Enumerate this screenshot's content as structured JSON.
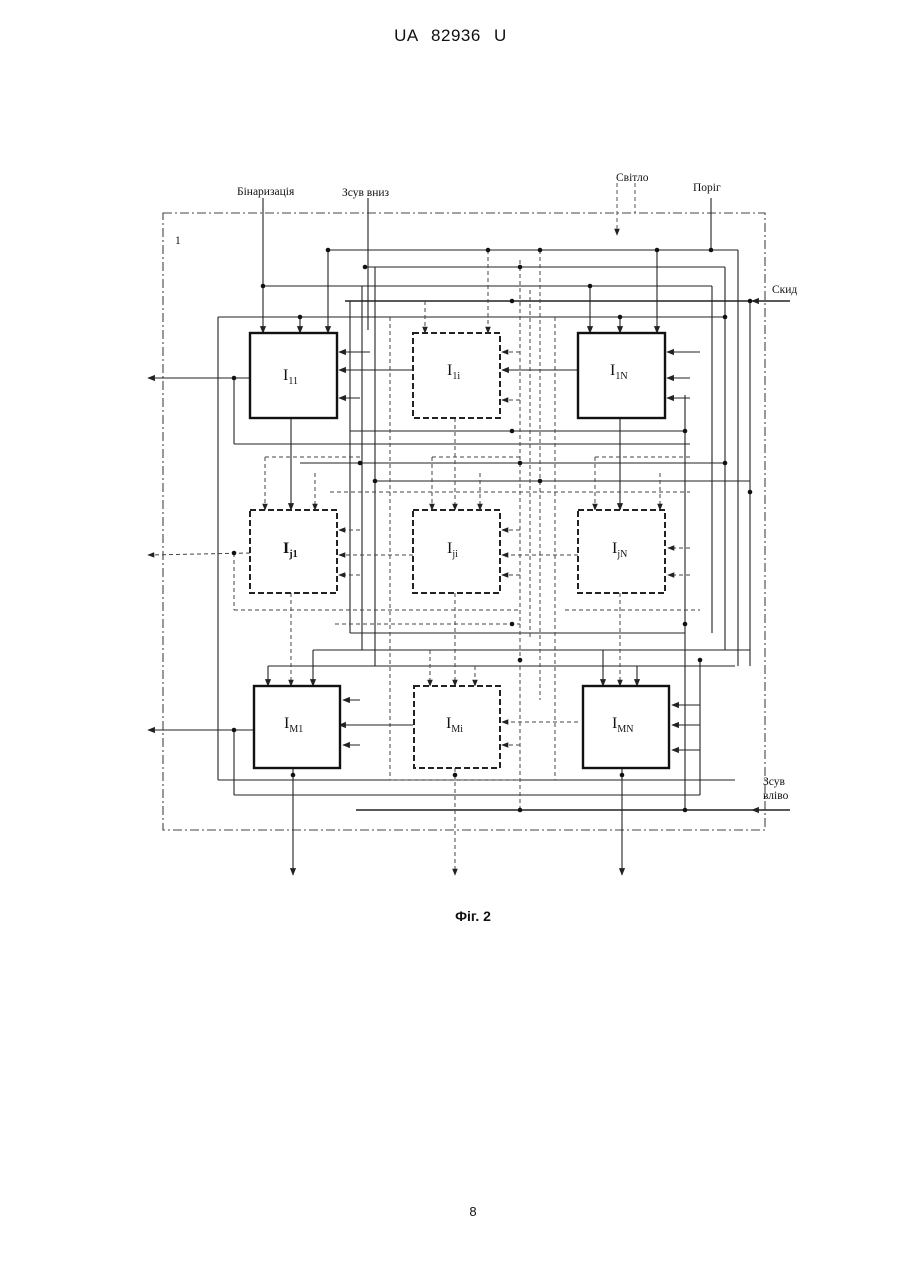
{
  "header": {
    "document_id": "UA   82936   U"
  },
  "figure": {
    "module_label": "1",
    "inputs": {
      "binarization": "Бінаризація",
      "shift_down": "Зсув вниз",
      "light": "Світло",
      "threshold": "Поріг",
      "reset": "Скид",
      "shift_left_line1": "Зсув",
      "shift_left_line2": "вліво"
    },
    "blocks": [
      {
        "name": "block-I-11",
        "main": "I",
        "sub": "11"
      },
      {
        "name": "block-I-1i",
        "main": "I",
        "sub": "1i"
      },
      {
        "name": "block-I-1N",
        "main": "I",
        "sub": "1N"
      },
      {
        "name": "block-I-j1",
        "main": "I",
        "sub": "j1"
      },
      {
        "name": "block-I-ji",
        "main": "I",
        "sub": "ji"
      },
      {
        "name": "block-I-jN",
        "main": "I",
        "sub": "jN"
      },
      {
        "name": "block-I-M1",
        "main": "I",
        "sub": "M1"
      },
      {
        "name": "block-I-Mi",
        "main": "I",
        "sub": "Mi"
      },
      {
        "name": "block-I-MN",
        "main": "I",
        "sub": "MN"
      }
    ],
    "caption": "Фіг. 2"
  },
  "footer": {
    "page_number": "8"
  }
}
